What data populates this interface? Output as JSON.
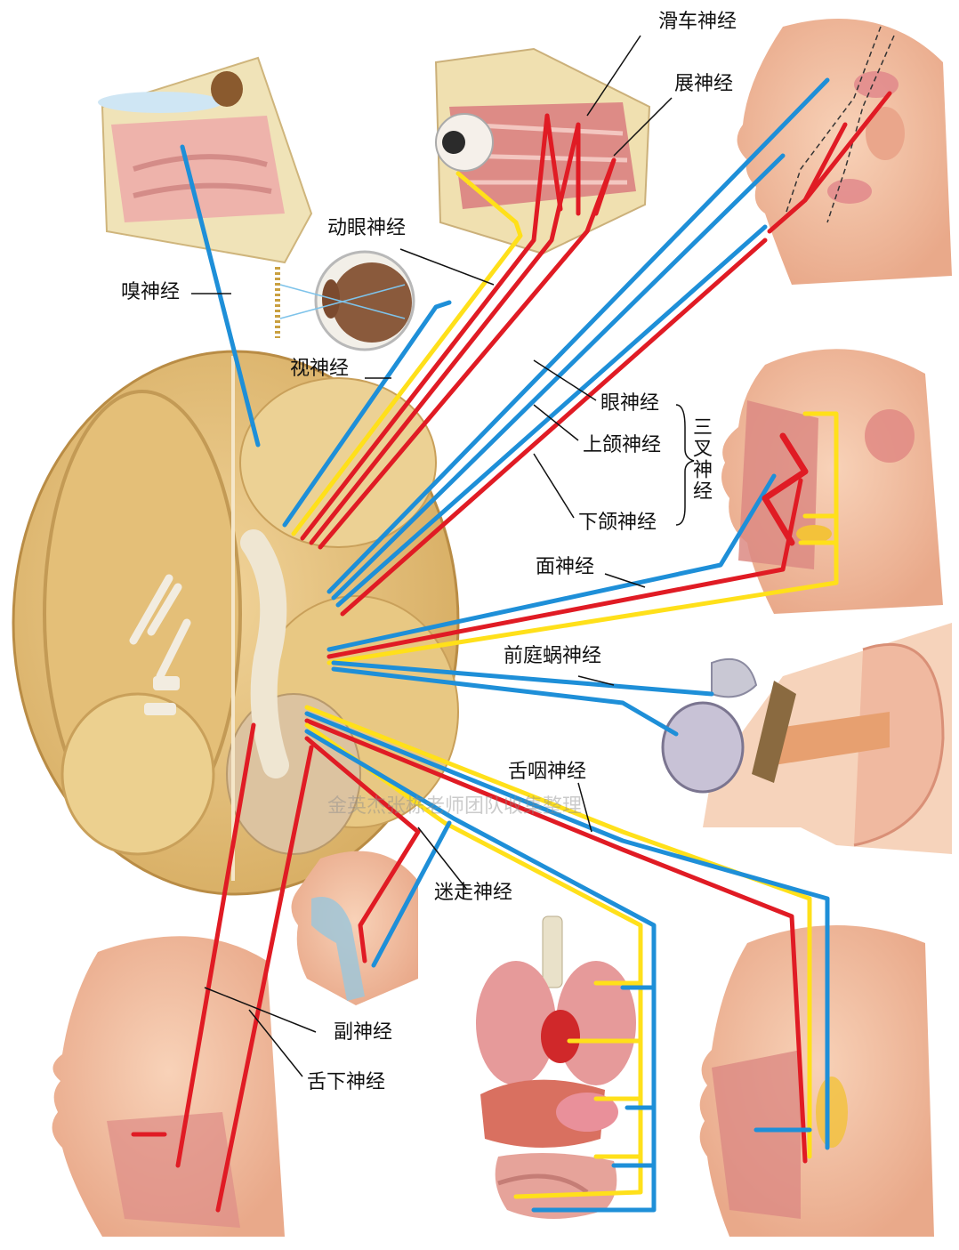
{
  "labels": {
    "trochlear": "滑车神经",
    "abducens": "展神经",
    "oculomotor": "动眼神经",
    "olfactory": "嗅神经",
    "optic": "视神经",
    "ophthalmic": "眼神经",
    "maxillary": "上颌神经",
    "mandibular": "下颌神经",
    "trigeminal": "三叉神经",
    "facial": "面神经",
    "vestibulocochlear": "前庭蜗神经",
    "glossopharyngeal": "舌咽神经",
    "vagus": "迷走神经",
    "accessory": "副神经",
    "hypoglossal": "舌下神经"
  },
  "watermark": "金英杰张栋老师团队收集整理",
  "colors": {
    "sensory_blue": "#1e8fd8",
    "motor_red": "#e01b24",
    "parasympathetic_yellow": "#ffe01a",
    "brain_tan": "#e9c98a",
    "skin": "#f3c2a5",
    "muscle": "#d9706a"
  }
}
